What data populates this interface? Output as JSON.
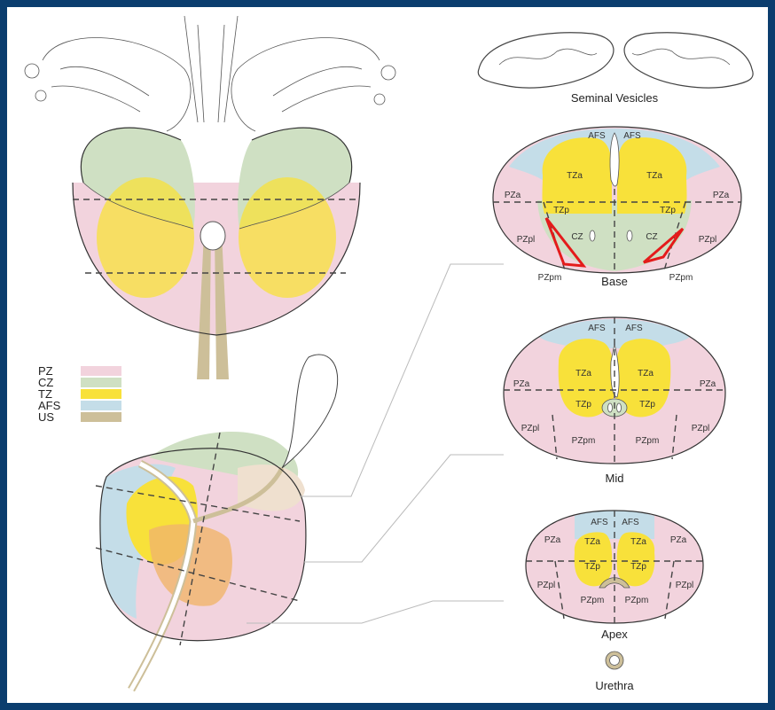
{
  "colors": {
    "pz": "#f2d3dd",
    "cz": "#cfe0c3",
    "tz": "#f8e13a",
    "afs": "#c4dde8",
    "us": "#cdbf99",
    "marker": "#e41b1b",
    "frame": "#0b3d6e"
  },
  "legend": [
    {
      "label": "PZ",
      "color": "#f2d3dd"
    },
    {
      "label": "CZ",
      "color": "#cfe0c3"
    },
    {
      "label": "TZ",
      "color": "#f8e13a"
    },
    {
      "label": "AFS",
      "color": "#c4dde8"
    },
    {
      "label": "US",
      "color": "#cdbf99"
    }
  ],
  "captions": {
    "seminal_vesicles": "Seminal Vesicles",
    "base": "Base",
    "mid": "Mid",
    "apex": "Apex",
    "urethra": "Urethra"
  },
  "base_labels": {
    "afs_left": "AFS",
    "afs_right": "AFS",
    "tza_left": "TZa",
    "tza_right": "TZa",
    "pza_left": "PZa",
    "pza_right": "PZa",
    "tzp_left": "TZp",
    "tzp_right": "TZp",
    "cz_left": "CZ",
    "cz_right": "CZ",
    "pzpl_left": "PZpl",
    "pzpl_right": "PZpl",
    "pzpm_left": "PZpm",
    "pzpm_right": "PZpm"
  },
  "mid_labels": {
    "afs_left": "AFS",
    "afs_right": "AFS",
    "tza_left": "TZa",
    "tza_right": "TZa",
    "pza_left": "PZa",
    "pza_right": "PZa",
    "tzp_left": "TZp",
    "tzp_right": "TZp",
    "pzpl_left": "PZpl",
    "pzpl_right": "PZpl",
    "pzpm_left": "PZpm",
    "pzpm_right": "PZpm"
  },
  "apex_labels": {
    "afs_left": "AFS",
    "afs_right": "AFS",
    "tza_left": "TZa",
    "tza_right": "TZa",
    "pza_left": "PZa",
    "pza_right": "PZa",
    "tzp_left": "TZp",
    "tzp_right": "TZp",
    "pzpl_left": "PZpl",
    "pzpl_right": "PZpl",
    "pzpm_left": "PZpm",
    "pzpm_right": "PZpm"
  }
}
